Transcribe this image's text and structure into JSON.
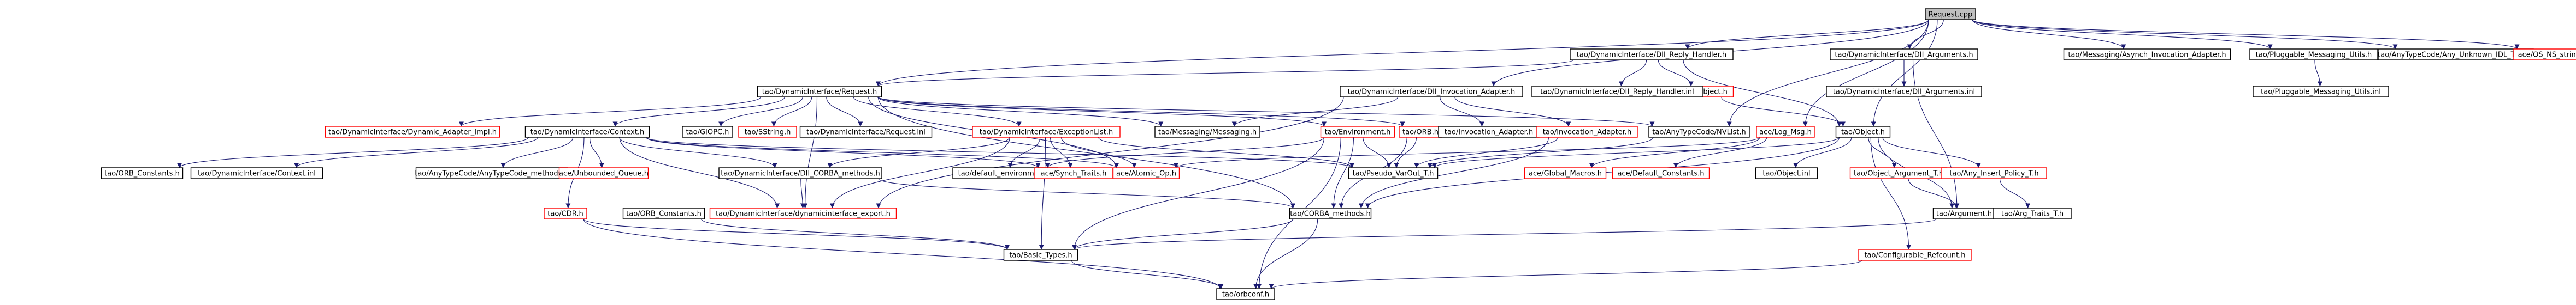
{
  "colors": {
    "edge": "#191970",
    "text": "#000000",
    "normal_border": "#000000",
    "missing_border": "#ff0000",
    "root_fill": "#bfbfbf",
    "fill": "#ffffff"
  },
  "nodes": [
    {
      "id": "n0",
      "label": "Request.cpp",
      "kind": "root"
    },
    {
      "id": "n1",
      "label": "tao/DynamicInterface/DII_Reply_Handler.h",
      "kind": "normal"
    },
    {
      "id": "n2",
      "label": "tao/DynamicInterface/DII_Arguments.h",
      "kind": "normal"
    },
    {
      "id": "n3",
      "label": "tao/Messaging/Asynch_Invocation_Adapter.h",
      "kind": "normal"
    },
    {
      "id": "n4",
      "label": "tao/Pluggable_Messaging_Utils.h",
      "kind": "normal"
    },
    {
      "id": "n5",
      "label": "tao/AnyTypeCode/Any_Unknown_IDL_Type.h",
      "kind": "normal"
    },
    {
      "id": "n6",
      "label": "ace/OS_NS_string.h",
      "kind": "missing"
    },
    {
      "id": "n7",
      "label": "tao/DynamicInterface/Request.h",
      "kind": "normal"
    },
    {
      "id": "n8",
      "label": "tao/DynamicInterface/DII_Invocation_Adapter.h",
      "kind": "normal"
    },
    {
      "id": "n9",
      "label": "tao/LocalObject.h",
      "kind": "missing"
    },
    {
      "id": "n10",
      "label": "tao/DynamicInterface/DII_Reply_Handler.inl",
      "kind": "normal"
    },
    {
      "id": "n11",
      "label": "tao/DynamicInterface/DII_Arguments.inl",
      "kind": "normal"
    },
    {
      "id": "n12",
      "label": "tao/Pluggable_Messaging_Utils.inl",
      "kind": "normal"
    },
    {
      "id": "n13",
      "label": "tao/DynamicInterface/Dynamic_Adapter_Impl.h",
      "kind": "missing"
    },
    {
      "id": "n14",
      "label": "tao/DynamicInterface/Context.h",
      "kind": "normal"
    },
    {
      "id": "n15",
      "label": "tao/GIOPC.h",
      "kind": "normal"
    },
    {
      "id": "n16",
      "label": "tao/SString.h",
      "kind": "missing"
    },
    {
      "id": "n17",
      "label": "tao/DynamicInterface/Request.inl",
      "kind": "normal"
    },
    {
      "id": "n18",
      "label": "tao/DynamicInterface/ExceptionList.h",
      "kind": "missing"
    },
    {
      "id": "n19",
      "label": "tao/Messaging/Messaging.h",
      "kind": "normal"
    },
    {
      "id": "n20",
      "label": "tao/Environment.h",
      "kind": "missing"
    },
    {
      "id": "n21",
      "label": "tao/ORB.h",
      "kind": "missing"
    },
    {
      "id": "n22",
      "label": "tao/Invocation_Adapter.h",
      "kind": "normal"
    },
    {
      "id": "n23",
      "label": "tao/Invocation_Adapter.h",
      "kind": "missing"
    },
    {
      "id": "n24",
      "label": "tao/AnyTypeCode/NVList.h",
      "kind": "normal"
    },
    {
      "id": "n25",
      "label": "ace/Log_Msg.h",
      "kind": "missing"
    },
    {
      "id": "n26",
      "label": "tao/Object.h",
      "kind": "normal"
    },
    {
      "id": "n27",
      "label": "tao/ORB_Constants.h",
      "kind": "normal"
    },
    {
      "id": "n28",
      "label": "tao/DynamicInterface/Context.inl",
      "kind": "normal"
    },
    {
      "id": "n29",
      "label": "tao/AnyTypeCode/AnyTypeCode_methods.h",
      "kind": "normal"
    },
    {
      "id": "n30",
      "label": "ace/Unbounded_Queue.h",
      "kind": "missing"
    },
    {
      "id": "n31",
      "label": "tao/DynamicInterface/DII_CORBA_methods.h",
      "kind": "normal"
    },
    {
      "id": "n32",
      "label": "tao/default_environment.h",
      "kind": "normal"
    },
    {
      "id": "n33",
      "label": "ace/Synch_Traits.h",
      "kind": "missing"
    },
    {
      "id": "n34",
      "label": "ace/Atomic_Op.h",
      "kind": "missing"
    },
    {
      "id": "n35",
      "label": "tao/Pseudo_VarOut_T.h",
      "kind": "normal"
    },
    {
      "id": "n36",
      "label": "ace/Global_Macros.h",
      "kind": "missing"
    },
    {
      "id": "n37",
      "label": "ace/Default_Constants.h",
      "kind": "missing"
    },
    {
      "id": "n38",
      "label": "tao/Object.inl",
      "kind": "normal"
    },
    {
      "id": "n39",
      "label": "tao/Object_Argument_T.h",
      "kind": "missing"
    },
    {
      "id": "n40",
      "label": "tao/Any_Insert_Policy_T.h",
      "kind": "missing"
    },
    {
      "id": "n41",
      "label": "tao/ORB_Constants.h",
      "kind": "normal"
    },
    {
      "id": "n42",
      "label": "tao/DynamicInterface/dynamicinterface_export.h",
      "kind": "missing"
    },
    {
      "id": "n43",
      "label": "tao/CDR.h",
      "kind": "missing"
    },
    {
      "id": "n44",
      "label": "tao/CORBA_methods.h",
      "kind": "normal"
    },
    {
      "id": "n45",
      "label": "tao/Argument.h",
      "kind": "normal"
    },
    {
      "id": "n46",
      "label": "tao/Arg_Traits_T.h",
      "kind": "normal"
    },
    {
      "id": "n47",
      "label": "tao/Basic_Types.h",
      "kind": "normal"
    },
    {
      "id": "n48",
      "label": "tao/Configurable_Refcount.h",
      "kind": "missing"
    },
    {
      "id": "n49",
      "label": "tao/orbconf.h",
      "kind": "normal"
    }
  ],
  "edges": [
    [
      "n0",
      "n1"
    ],
    [
      "n0",
      "n2"
    ],
    [
      "n0",
      "n3"
    ],
    [
      "n0",
      "n4"
    ],
    [
      "n0",
      "n5"
    ],
    [
      "n0",
      "n6"
    ],
    [
      "n0",
      "n7"
    ],
    [
      "n0",
      "n8"
    ],
    [
      "n0",
      "n25"
    ],
    [
      "n0",
      "n26"
    ],
    [
      "n0",
      "n24"
    ],
    [
      "n1",
      "n7"
    ],
    [
      "n1",
      "n9"
    ],
    [
      "n1",
      "n10"
    ],
    [
      "n1",
      "n26"
    ],
    [
      "n2",
      "n11"
    ],
    [
      "n2",
      "n45"
    ],
    [
      "n4",
      "n12"
    ],
    [
      "n7",
      "n13"
    ],
    [
      "n7",
      "n14"
    ],
    [
      "n7",
      "n15"
    ],
    [
      "n7",
      "n16"
    ],
    [
      "n7",
      "n17"
    ],
    [
      "n7",
      "n18"
    ],
    [
      "n7",
      "n19"
    ],
    [
      "n7",
      "n20"
    ],
    [
      "n7",
      "n21"
    ],
    [
      "n7",
      "n24"
    ],
    [
      "n7",
      "n42"
    ],
    [
      "n7",
      "n44"
    ],
    [
      "n7",
      "n34"
    ],
    [
      "n8",
      "n22"
    ],
    [
      "n8",
      "n23"
    ],
    [
      "n8",
      "n19"
    ],
    [
      "n8",
      "n42"
    ],
    [
      "n9",
      "n26"
    ],
    [
      "n14",
      "n27"
    ],
    [
      "n14",
      "n28"
    ],
    [
      "n14",
      "n29"
    ],
    [
      "n14",
      "n30"
    ],
    [
      "n14",
      "n31"
    ],
    [
      "n14",
      "n33"
    ],
    [
      "n14",
      "n34"
    ],
    [
      "n14",
      "n35"
    ],
    [
      "n14",
      "n42"
    ],
    [
      "n14",
      "n43"
    ],
    [
      "n18",
      "n31"
    ],
    [
      "n18",
      "n32"
    ],
    [
      "n18",
      "n33"
    ],
    [
      "n18",
      "n34"
    ],
    [
      "n18",
      "n35"
    ],
    [
      "n18",
      "n42"
    ],
    [
      "n18",
      "n47"
    ],
    [
      "n20",
      "n32"
    ],
    [
      "n20",
      "n35"
    ],
    [
      "n20",
      "n44"
    ],
    [
      "n20",
      "n47"
    ],
    [
      "n20",
      "n49"
    ],
    [
      "n21",
      "n35"
    ],
    [
      "n21",
      "n44"
    ],
    [
      "n23",
      "n35"
    ],
    [
      "n23",
      "n44"
    ],
    [
      "n24",
      "n35"
    ],
    [
      "n25",
      "n36"
    ],
    [
      "n25",
      "n37"
    ],
    [
      "n25",
      "n34"
    ],
    [
      "n26",
      "n38"
    ],
    [
      "n26",
      "n39"
    ],
    [
      "n26",
      "n40"
    ],
    [
      "n26",
      "n44"
    ],
    [
      "n26",
      "n48"
    ],
    [
      "n26",
      "n45"
    ],
    [
      "n26",
      "n35"
    ],
    [
      "n31",
      "n42"
    ],
    [
      "n31",
      "n44"
    ],
    [
      "n39",
      "n45"
    ],
    [
      "n40",
      "n46"
    ],
    [
      "n43",
      "n47"
    ],
    [
      "n43",
      "n49"
    ],
    [
      "n41",
      "n47"
    ],
    [
      "n44",
      "n47"
    ],
    [
      "n44",
      "n49"
    ],
    [
      "n45",
      "n47"
    ],
    [
      "n47",
      "n49"
    ],
    [
      "n48",
      "n49"
    ]
  ]
}
